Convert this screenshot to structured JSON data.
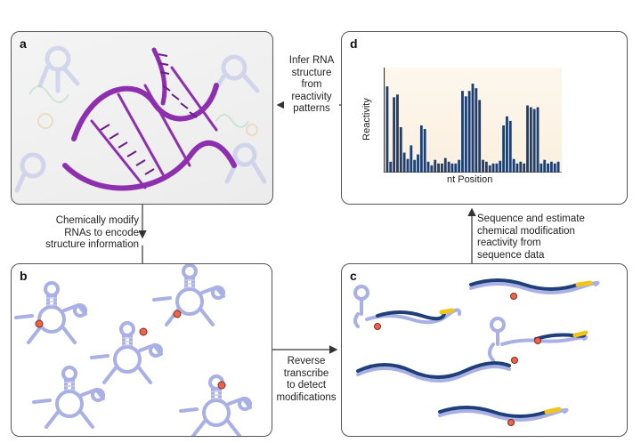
{
  "panels": {
    "a": {
      "letter": "a"
    },
    "b": {
      "letter": "b"
    },
    "c": {
      "letter": "c"
    },
    "d": {
      "letter": "d"
    }
  },
  "steps": {
    "a_to_b": [
      "Chemically modify",
      "RNAs to encode",
      "structure information"
    ],
    "b_to_c": [
      "Reverse",
      "transcribe",
      "to detect",
      "modifications"
    ],
    "c_to_d": [
      "Sequence and estimate",
      "chemical modification",
      "reactivity from",
      "sequence data"
    ],
    "d_to_a": [
      "Infer RNA",
      "structure",
      "from",
      "reactivity",
      "patterns"
    ]
  },
  "chart_data": {
    "type": "bar",
    "xlabel": "nt Position",
    "ylabel": "Reactivity",
    "values": [
      0.95,
      0.12,
      0.83,
      0.86,
      0.5,
      0.22,
      0.15,
      0.3,
      0.14,
      0.2,
      0.52,
      0.48,
      0.12,
      0.08,
      0.14,
      0.1,
      0.1,
      0.16,
      0.12,
      0.1,
      0.1,
      0.14,
      0.9,
      0.84,
      0.9,
      0.98,
      0.93,
      0.8,
      0.14,
      0.12,
      0.08,
      0.1,
      0.1,
      0.13,
      0.52,
      0.62,
      0.57,
      0.15,
      0.1,
      0.12,
      0.1,
      0.74,
      0.72,
      0.7,
      0.72,
      0.1,
      0.14,
      0.1,
      0.12,
      0.1,
      0.12
    ],
    "ylim": [
      0,
      1
    ],
    "colors": {
      "bar": "#1d3f73",
      "background": "#fbf1e2"
    }
  },
  "colors": {
    "rna": "#a8b0e6",
    "dna": "#1f3f7a",
    "adapter": "#f2c51b",
    "modification": "#e9654d",
    "structure": "#8e2fb0"
  }
}
